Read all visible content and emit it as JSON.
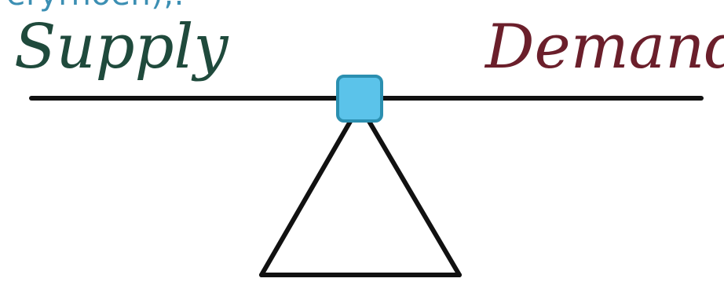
{
  "header": {
    "cut_text": "eryr​hoen),."
  },
  "diagram": {
    "left_label": "Supply",
    "right_label": "Demand",
    "colors": {
      "left_label": "#1f4a3c",
      "right_label": "#6b1f2b",
      "beam": "#111111",
      "fulcrum_block": "#5bc3ea",
      "fulcrum_block_border": "#2b8fb0",
      "triangle": "#111111"
    },
    "icons": {
      "fulcrum": "square-fulcrum-icon",
      "triangle": "triangle-stand-icon"
    }
  }
}
